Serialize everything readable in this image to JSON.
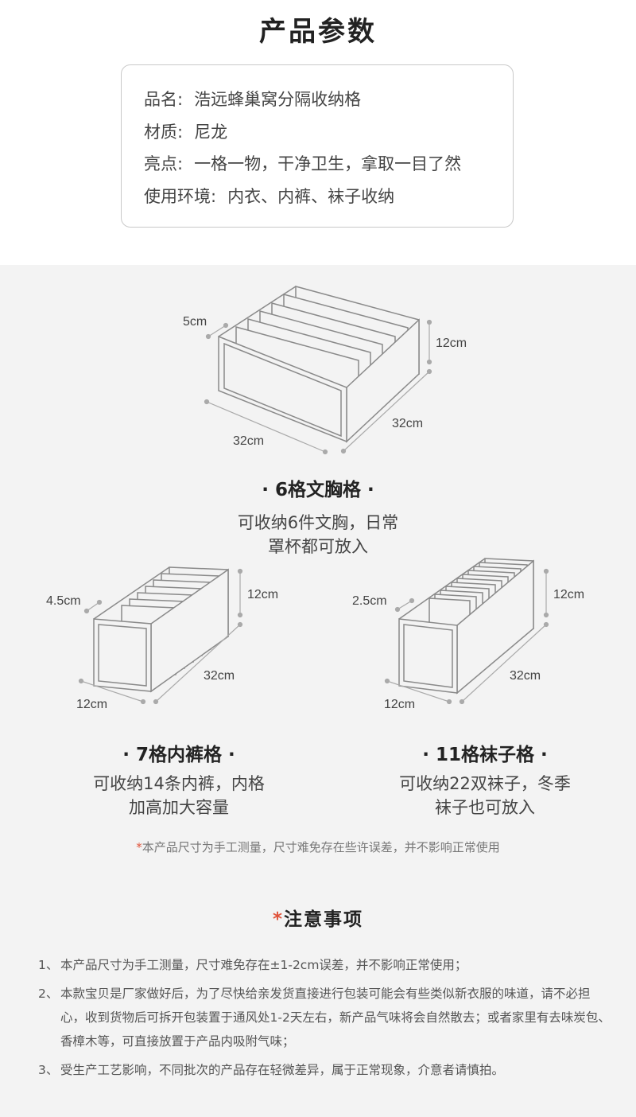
{
  "header": {
    "title": "产品参数"
  },
  "params": [
    {
      "key": "品名:",
      "value": "浩远蜂巢窝分隔收纳格"
    },
    {
      "key": "材质:",
      "value": "尼龙"
    },
    {
      "key": "亮点:",
      "value": "一格一物，干净卫生，拿取一目了然"
    },
    {
      "key": "使用环境:",
      "value": "内衣、内裤、袜子收纳"
    }
  ],
  "products": {
    "six": {
      "dims": {
        "gap": "5cm",
        "height": "12cm",
        "depth": "32cm",
        "width": "32cm"
      },
      "title": "· 6格文胸格 ·",
      "desc_line1": "可收纳6件文胸，日常",
      "desc_line2": "罩杯都可放入"
    },
    "seven": {
      "dims": {
        "gap": "4.5cm",
        "height": "12cm",
        "depth": "32cm",
        "width": "12cm"
      },
      "title": "· 7格内裤格 ·",
      "desc_line1": "可收纳14条内裤，内格",
      "desc_line2": "加高加大容量"
    },
    "eleven": {
      "dims": {
        "gap": "2.5cm",
        "height": "12cm",
        "depth": "32cm",
        "width": "12cm"
      },
      "title": "· 11格袜子格 ·",
      "desc_line1": "可收纳22双袜子，冬季",
      "desc_line2": "袜子也可放入"
    }
  },
  "disclaimer": {
    "star": "*",
    "text": "本产品尺寸为手工测量，尺寸难免存在些许误差，并不影响正常使用"
  },
  "notice": {
    "star": "*",
    "title": "注意事项",
    "items": [
      {
        "num": "1、",
        "text": "本产品尺寸为手工测量，尺寸难免存在±1-2cm误差，并不影响正常使用；"
      },
      {
        "num": "2、",
        "text": "本款宝贝是厂家做好后，为了尽快给亲发货直接进行包装可能会有些类似新衣服的味道，请不必担心，收到货物后可拆开包装置于通风处1-2天左右，新产品气味将会自然散去；或者家里有去味炭包、香樟木等，可直接放置于产品内吸附气味；"
      },
      {
        "num": "3、",
        "text": "受生产工艺影响，不同批次的产品存在轻微差异，属于正常现象，介意者请慎拍。"
      }
    ]
  }
}
